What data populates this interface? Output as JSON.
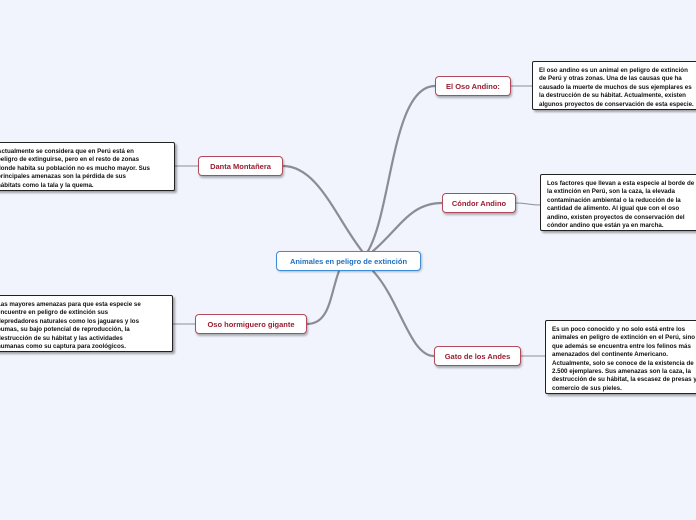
{
  "central": {
    "label": "Animales en peligro de extinción"
  },
  "topics": {
    "oso_andino": {
      "label": "El Oso Andino:",
      "note": [
        "El oso andino es un animal en peligro de extinción",
        "de Perú y otras zonas. Una de las causas que ha",
        "causado la muerte de muchos de sus ejemplares es",
        "la destrucción de su hábitat. Actualmente, existen",
        "algunos proyectos de conservación de esta especie."
      ]
    },
    "condor": {
      "label": "Cóndor Andino",
      "note": [
        "Los factores que llevan a esta especie al borde de",
        "la extinción en Perú, son la caza, la elevada",
        "contaminación ambiental o la reducción de la",
        "cantidad de alimento. Al igual que con el oso",
        "andino, existen proyectos de conservación del",
        "cóndor andino que están ya en marcha."
      ]
    },
    "gato": {
      "label": "Gato de los Andes",
      "note": [
        "Es un poco conocido y no solo está entre los",
        "animales en peligro de extinción en el Perú, sino",
        "que además se encuentra entre los felinos más",
        "amenazados del continente Americano.",
        "Actualmente, solo se conoce de la existencia de",
        "2.500 ejemplares. Sus amenazas son la caza, la",
        "destrucción de su hábitat, la escasez de presas y el",
        "comercio de sus pieles."
      ]
    },
    "danta": {
      "label": "Danta Montañera",
      "note": [
        "Actualmente se considera que en Perú está en",
        "peligro de extinguirse, pero en el resto de zonas",
        "donde habita su población no es mucho mayor. Sus",
        "principales amenazas son la pérdida de sus",
        "hábitats como la tala y la quema."
      ]
    },
    "hormiguero": {
      "label": "Oso hormiguero gigante",
      "note": [
        "Las mayores amenazas para que esta especie se",
        "encuentre en peligro de extinción sus",
        "depredadores naturales como los jaguares y los",
        "pumas, su bajo potencial de reproducción, la",
        "destrucción de su hábitat y las actividades",
        "humanas como su captura para zoológicos."
      ]
    }
  },
  "colors": {
    "background": "#f1f4fd",
    "connector": "#8c8c96",
    "topic_text": "#9b1c30",
    "central_text": "#1f6fc2"
  }
}
